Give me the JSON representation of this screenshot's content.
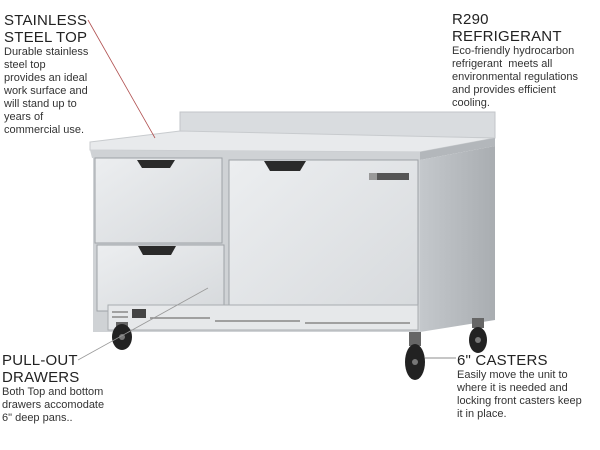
{
  "callouts": {
    "top": {
      "title_line1": "STAINLESS",
      "title_line2": "STEEL TOP",
      "desc": [
        "Durable stainless",
        "steel top",
        "provides an ideal",
        "work surface and",
        "will stand up to",
        "years of",
        "commercial use."
      ]
    },
    "refrigerant": {
      "title": "R290 REFRIGERANT",
      "desc": [
        "Eco-friendly hydrocarbon",
        "refrigerant  meets all",
        "environmental regulations",
        "and provides efficient",
        "cooling."
      ]
    },
    "drawers": {
      "title_line1": "PULL-OUT",
      "title_line2": "DRAWERS",
      "desc": [
        "Both Top and bottom",
        "drawers accomodate",
        "6\" deep pans.."
      ]
    },
    "casters": {
      "title": "6\" CASTERS",
      "desc": [
        "Easily move the unit to",
        "where it is needed and",
        "locking front casters keep",
        "it in place."
      ]
    }
  },
  "colors": {
    "steel_light": "#e4e6e8",
    "steel_side": "#b9bdc1",
    "handle": "#2a2a2a",
    "leader_line": "#b05050"
  }
}
